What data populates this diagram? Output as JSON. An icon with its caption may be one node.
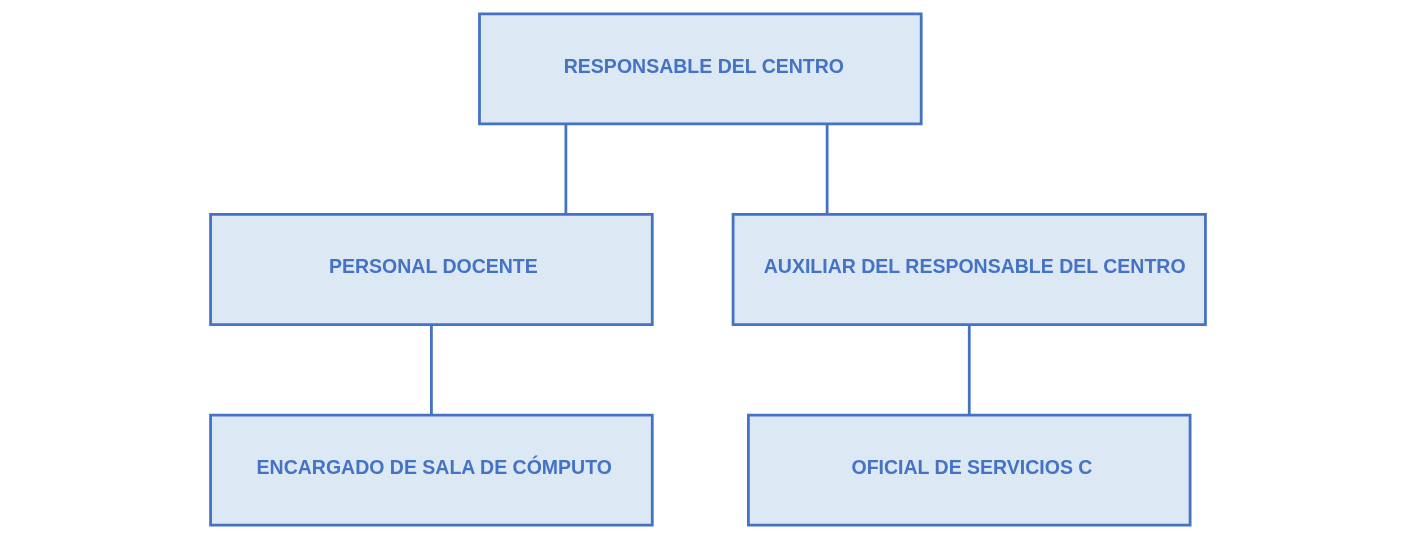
{
  "diagram": {
    "nodes": [
      {
        "text": [
          "RESPONSABLE DEL CENTRO"
        ]
      },
      {
        "text": [
          "PERSONAL DOCENTE"
        ]
      },
      {
        "text": [
          "AUXILIAR DEL RESPONSABLE DEL CENTRO"
        ]
      },
      {
        "text": [
          "ENCARGADO DE SALA DE CÓMPUTO"
        ]
      },
      {
        "text": [
          "OFICIAL DE SERVICIOS C"
        ]
      }
    ],
    "edges": [
      {
        "from": 0,
        "to": 1,
        "arrow": "none"
      },
      {
        "from": 0,
        "to": 2,
        "arrow": "none"
      },
      {
        "from": 1,
        "to": 3,
        "arrow": "none"
      },
      {
        "from": 2,
        "to": 4,
        "arrow": "none"
      }
    ]
  }
}
